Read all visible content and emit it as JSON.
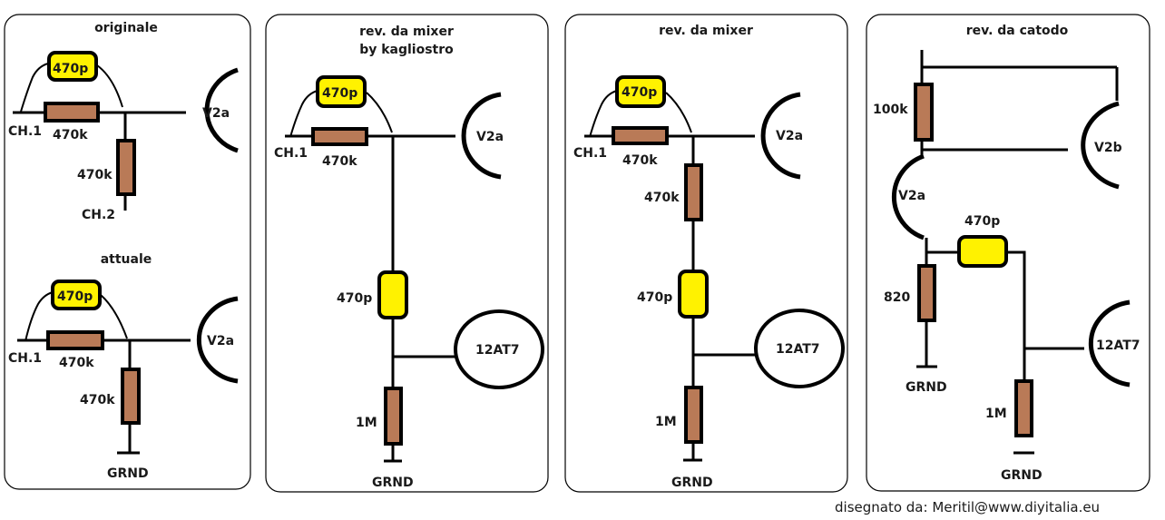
{
  "panels": [
    {
      "title": "originale",
      "input": "CH.1",
      "series_resistor": "470k",
      "bypass_capacitor": "470p",
      "shunt_resistor": "470k",
      "shunt_to": "CH.2",
      "tube": "V2a"
    },
    {
      "title": "attuale",
      "input": "CH.1",
      "series_resistor": "470k",
      "bypass_capacitor": "470p",
      "shunt_resistor": "470k",
      "shunt_to": "GRND",
      "tube": "V2a"
    },
    {
      "title_line1": "rev. da mixer",
      "title_line2": "by kagliostro",
      "input": "CH.1",
      "series_resistor": "470k",
      "bypass_capacitor": "470p",
      "coupling_capacitor": "470p",
      "grid_resistor": "1M",
      "ground": "GRND",
      "tube": "V2a",
      "next_tube": "12AT7"
    },
    {
      "title": "rev. da mixer",
      "input": "CH.1",
      "series_resistor": "470k",
      "bypass_capacitor": "470p",
      "shunt_resistor": "470k",
      "coupling_capacitor": "470p",
      "grid_resistor": "1M",
      "ground": "GRND",
      "tube": "V2a",
      "next_tube": "12AT7"
    },
    {
      "title": "rev. da catodo",
      "plate_resistor": "100k",
      "tube_a": "V2a",
      "tube_b": "V2b",
      "coupling_capacitor": "470p",
      "cathode_resistor": "820",
      "ground_1": "GRND",
      "grid_resistor": "1M",
      "ground_2": "GRND",
      "next_tube": "12AT7"
    }
  ],
  "credit": "disegnato da: Meritil@www.diyitalia.eu"
}
